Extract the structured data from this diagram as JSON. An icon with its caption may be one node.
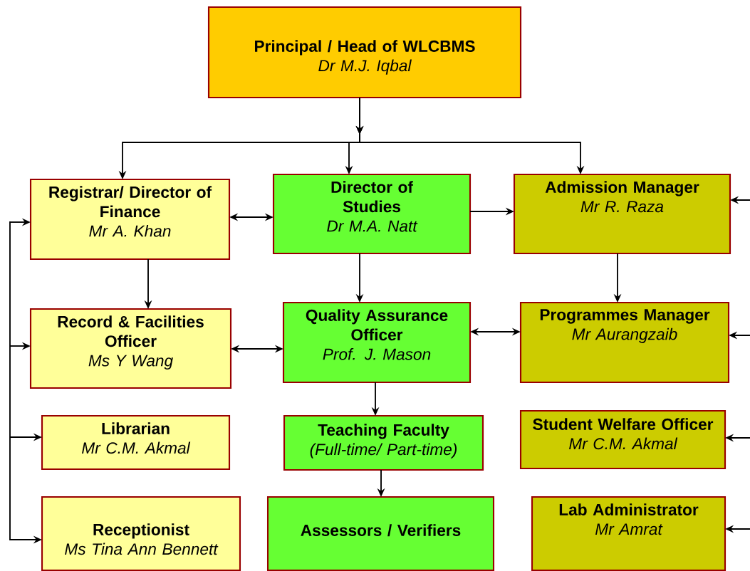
{
  "diagram": {
    "nodes": [
      {
        "text": [
          "Principal / Head of WLCBMS",
          "Dr M.J. Iqbal"
        ]
      },
      {
        "text": [
          "Registrar/ Director of Finance",
          "Mr A. Khan"
        ]
      },
      {
        "text": [
          "Director of Studies",
          "Dr M.A. Natt"
        ]
      },
      {
        "text": [
          "Admission Manager",
          "Mr R. Raza"
        ]
      },
      {
        "text": [
          "Record & Facilities Officer",
          "Ms Y Wang"
        ]
      },
      {
        "text": [
          "Quality Assurance Officer",
          "Prof. J. Mason"
        ]
      },
      {
        "text": [
          "Programmes Manager",
          "Mr Aurangzaib"
        ]
      },
      {
        "text": [
          "Librarian",
          "Mr C.M. Akmal"
        ]
      },
      {
        "text": [
          "Teaching Faculty",
          "(Full-time/ Part-time)"
        ]
      },
      {
        "text": [
          "Student Welfare Officer",
          "Mr C.M. Akmal"
        ]
      },
      {
        "text": [
          "Receptionist",
          "Ms Tina Ann Bennett"
        ]
      },
      {
        "text": [
          "Assessors / Verifiers"
        ]
      },
      {
        "text": [
          "Lab Administrator",
          "Mr Amrat"
        ]
      }
    ],
    "edges": [
      {
        "from": 0,
        "to": 1,
        "arrow": "to"
      },
      {
        "from": 0,
        "to": 2,
        "arrow": "to"
      },
      {
        "from": 0,
        "to": 3,
        "arrow": "to"
      },
      {
        "from": 1,
        "to": 2,
        "arrow": "both"
      },
      {
        "from": 2,
        "to": 3,
        "arrow": "to"
      },
      {
        "from": 1,
        "to": 4,
        "arrow": "to"
      },
      {
        "from": 2,
        "to": 5,
        "arrow": "to"
      },
      {
        "from": 4,
        "to": 5,
        "arrow": "both"
      },
      {
        "from": 5,
        "to": 6,
        "arrow": "both"
      },
      {
        "from": 3,
        "to": 6,
        "arrow": "to"
      },
      {
        "from": 5,
        "to": 8,
        "arrow": "to"
      },
      {
        "from": 8,
        "to": 11,
        "arrow": "to"
      },
      {
        "from": null,
        "to": 1,
        "arrow": "to"
      },
      {
        "from": null,
        "to": 4,
        "arrow": "to"
      },
      {
        "from": null,
        "to": 7,
        "arrow": "to"
      },
      {
        "from": null,
        "to": 10,
        "arrow": "to"
      },
      {
        "from": null,
        "to": 3,
        "arrow": "to"
      },
      {
        "from": null,
        "to": 6,
        "arrow": "to"
      },
      {
        "from": null,
        "to": 9,
        "arrow": "to"
      },
      {
        "from": null,
        "to": 12,
        "arrow": "to"
      }
    ]
  }
}
